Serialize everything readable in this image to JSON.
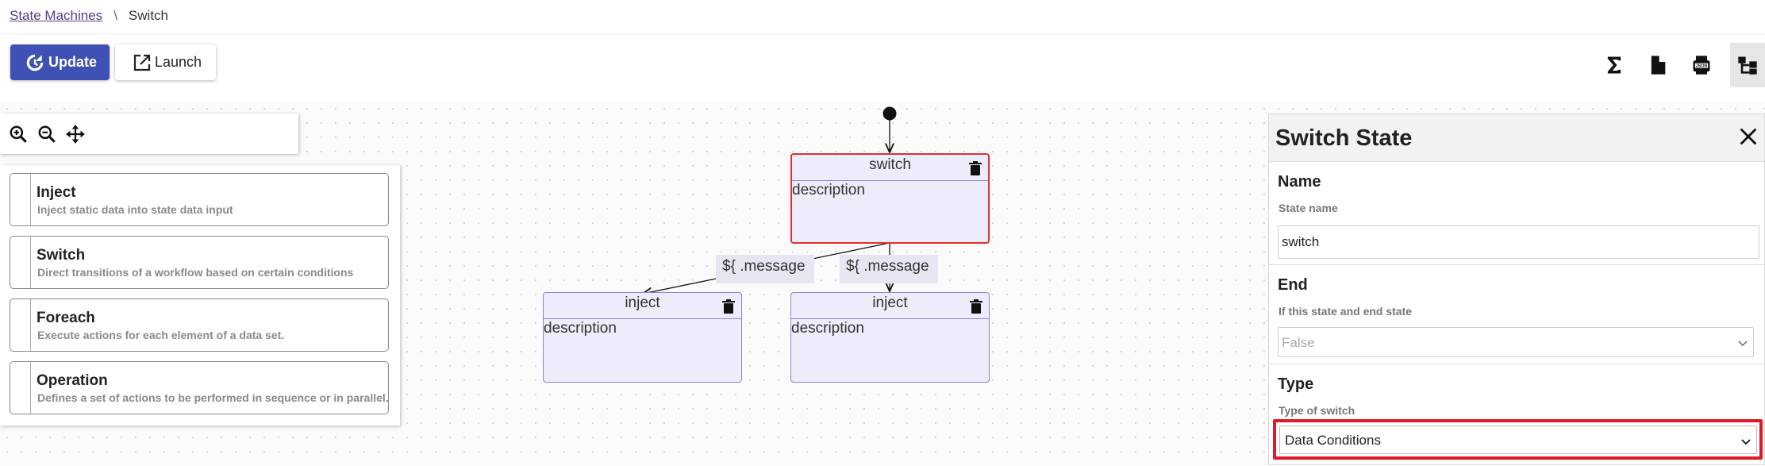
{
  "breadcrumb": {
    "link": "State Machines",
    "separator": "\\",
    "current": "Switch"
  },
  "toolbar": {
    "update_label": "Update",
    "launch_label": "Launch",
    "right_icons": [
      "sigma-icon",
      "document-icon",
      "json-icon",
      "tree-view-icon"
    ],
    "accent": "#3f51b5"
  },
  "zoom_icons": [
    "zoom-in-icon",
    "zoom-out-icon",
    "move-icon"
  ],
  "palette": [
    {
      "title": "Inject",
      "desc": "Inject static data into state data input"
    },
    {
      "title": "Switch",
      "desc": "Direct transitions of a workflow based on certain conditions"
    },
    {
      "title": "Foreach",
      "desc": "Execute actions for each element of a data set."
    },
    {
      "title": "Operation",
      "desc": "Defines a set of actions to be performed in sequence or in parallel."
    }
  ],
  "diagram": {
    "states": [
      {
        "name": "switch",
        "desc": "description",
        "selected": true
      },
      {
        "name": "inject",
        "desc": "description",
        "selected": false
      },
      {
        "name": "inject",
        "desc": "description",
        "selected": false
      }
    ],
    "edge_labels": [
      "${ .message",
      "${ .message"
    ],
    "selected_color": "#e03030"
  },
  "panel": {
    "title": "Switch State",
    "name_section": {
      "title": "Name",
      "label": "State name",
      "value": "switch"
    },
    "end_section": {
      "title": "End",
      "label": "If this state and end state",
      "value": "False"
    },
    "type_section": {
      "title": "Type",
      "label": "Type of switch",
      "value": "Data Conditions"
    },
    "highlight_color": "#e0182a"
  }
}
